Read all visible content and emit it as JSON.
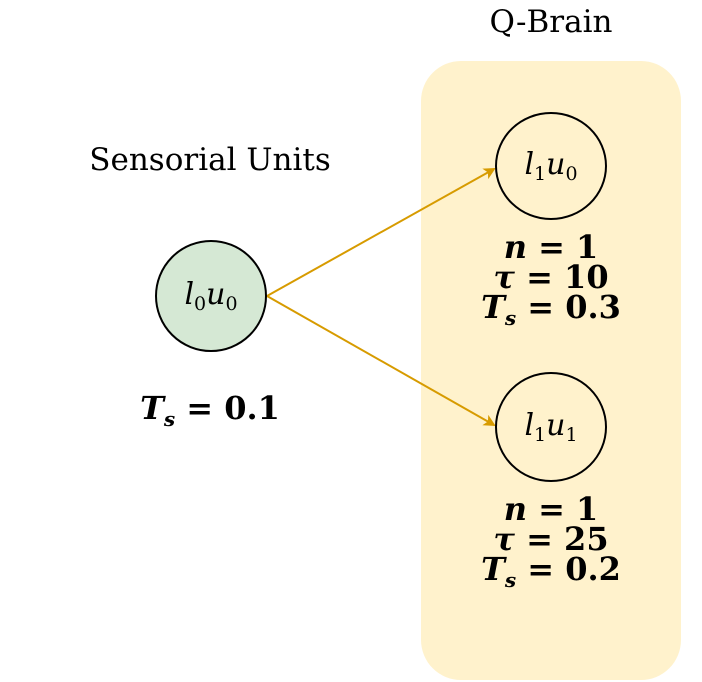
{
  "colors": {
    "group_fill": "#fff2cc",
    "input_node_fill": "#d5e8d4",
    "hidden_node_fill": "#fff2cc",
    "edge": "#d79b00"
  },
  "sensorial": {
    "title": "Sensorial Units",
    "node": {
      "base1": "l",
      "sub1": "0",
      "base2": "u",
      "sub2": "0"
    },
    "ts_sym": "T",
    "ts_sub": "s",
    "ts_value": "= 0.1"
  },
  "qbrain": {
    "title": "Q-Brain",
    "units": [
      {
        "node": {
          "base1": "l",
          "sub1": "1",
          "base2": "u",
          "sub2": "0"
        },
        "n_sym": "n",
        "n_value": "= 1",
        "tau_sym": "τ",
        "tau_value": "= 10",
        "ts_sym": "T",
        "ts_sub": "s",
        "ts_value": "= 0.3"
      },
      {
        "node": {
          "base1": "l",
          "sub1": "1",
          "base2": "u",
          "sub2": "1"
        },
        "n_sym": "n",
        "n_value": "= 1",
        "tau_sym": "τ",
        "tau_value": "= 25",
        "ts_sym": "T",
        "ts_sub": "s",
        "ts_value": "= 0.2"
      }
    ]
  }
}
